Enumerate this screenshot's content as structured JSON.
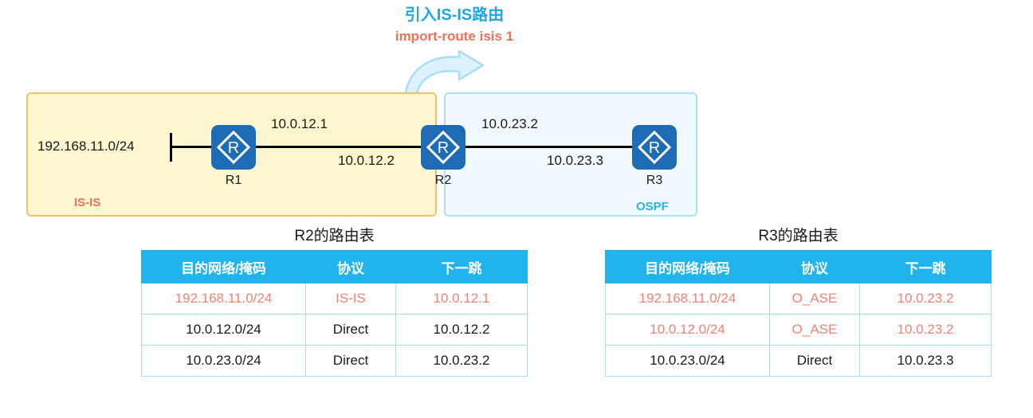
{
  "annotation": {
    "title_cn": "引入IS-IS路由",
    "command": "import-route isis 1",
    "arrow_icon": "curved-arrow-right-icon",
    "title_color": "#21a7e0",
    "command_color": "#f0705a"
  },
  "topology": {
    "zones": [
      {
        "id": "isis",
        "label": "IS-IS",
        "label_color": "#f0705a",
        "fill": "#fcf7cf",
        "border": "#f5bf68"
      },
      {
        "id": "ospf",
        "label": "OSPF",
        "label_color": "#21b4f0",
        "fill": "#f2faff",
        "border": "#aadff5"
      }
    ],
    "routers": [
      {
        "id": "r1",
        "name": "R1",
        "icon": "router-icon"
      },
      {
        "id": "r2",
        "name": "R2",
        "icon": "router-icon"
      },
      {
        "id": "r3",
        "name": "R3",
        "icon": "router-icon"
      }
    ],
    "net_labels": {
      "stub_network": "192.168.11.0/24",
      "r1_to_r2_near": "10.0.12.1",
      "r1_to_r2_far": "10.0.12.2",
      "r2_to_r3_near": "10.0.23.2",
      "r2_to_r3_far": "10.0.23.3"
    }
  },
  "tables": [
    {
      "id": "r2-routing-table",
      "title": "R2的路由表",
      "columns": [
        "目的网络/掩码",
        "协议",
        "下一跳"
      ],
      "rows": [
        {
          "cells": [
            "192.168.11.0/24",
            "IS-IS",
            "10.0.12.1"
          ],
          "highlight": true
        },
        {
          "cells": [
            "10.0.12.0/24",
            "Direct",
            "10.0.12.2"
          ],
          "highlight": false
        },
        {
          "cells": [
            "10.0.23.0/24",
            "Direct",
            "10.0.23.2"
          ],
          "highlight": false
        }
      ]
    },
    {
      "id": "r3-routing-table",
      "title": "R3的路由表",
      "columns": [
        "目的网络/掩码",
        "协议",
        "下一跳"
      ],
      "rows": [
        {
          "cells": [
            "192.168.11.0/24",
            "O_ASE",
            "10.0.23.2"
          ],
          "highlight": true
        },
        {
          "cells": [
            "10.0.12.0/24",
            "O_ASE",
            "10.0.23.2"
          ],
          "highlight": true
        },
        {
          "cells": [
            "10.0.23.0/24",
            "Direct",
            "10.0.23.3"
          ],
          "highlight": false
        }
      ]
    }
  ],
  "colors": {
    "header_bg": "#21b4ec",
    "table_border": "#a7dcf2",
    "highlight_text": "#f58271",
    "router_fill": "#1d6cb5",
    "link": "#000000"
  }
}
